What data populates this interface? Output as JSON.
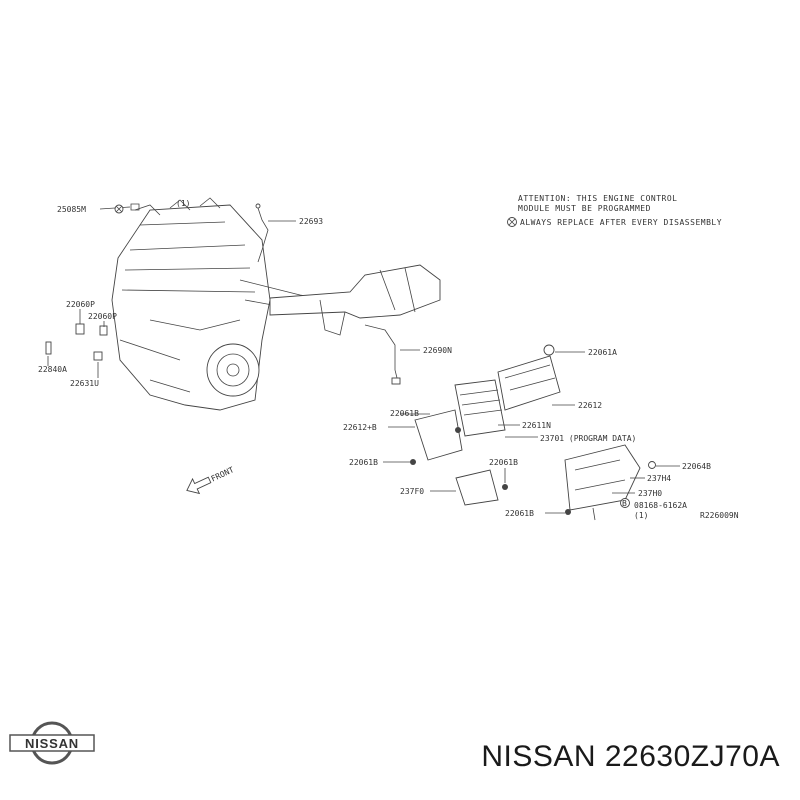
{
  "diagram": {
    "notes": {
      "attention_line1": "ATTENTION: THIS ENGINE CONTROL",
      "attention_line2": "MODULE MUST BE PROGRAMMED",
      "replace": "ALWAYS REPLACE AFTER EVERY DISASSEMBLY"
    },
    "labels": {
      "p25085m": "25085M",
      "p22693": "22693",
      "p22060p_a": "22060P",
      "p22060p_b": "22060P",
      "p22840a": "22840A",
      "p22631u": "22631U",
      "p22690n": "22690N",
      "p22061a": "22061A",
      "p22612": "22612",
      "p22611n": "22611N",
      "p23701": "23701 (PROGRAM DATA)",
      "p22612b": "22612+B",
      "p22061b_1": "22061B",
      "p22061b_2": "22061B",
      "p22061b_3": "22061B",
      "p22061b_4": "22061B",
      "p237f0": "237F0",
      "p22064b": "22064B",
      "p237h4": "237H4",
      "p237h0": "237H0",
      "p08168": "08168-6162A",
      "p08168_qty": "(1)",
      "top_qty": "(1)",
      "front": "FRONT",
      "ref": "R226009N"
    }
  },
  "footer": {
    "brand": "NISSAN",
    "part_number": "NISSAN 22630ZJ70A"
  }
}
